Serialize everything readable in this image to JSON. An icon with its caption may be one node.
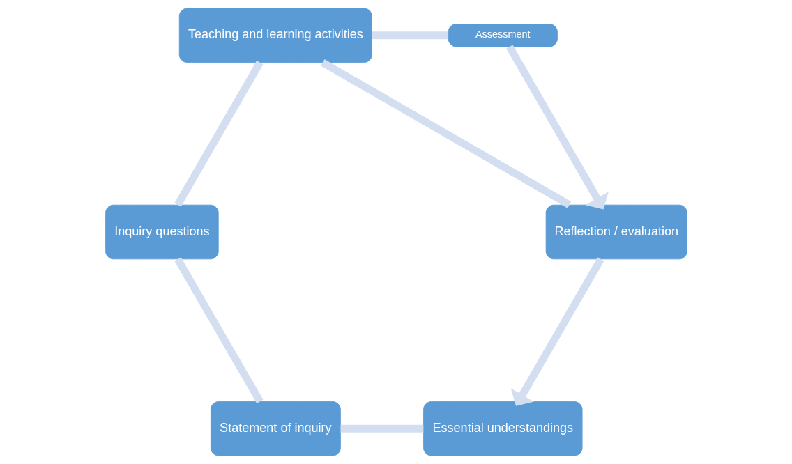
{
  "diagram": {
    "nodes": [
      {
        "text": [
          "Essential understandings"
        ]
      },
      {
        "text": [
          "Statement of inquiry"
        ]
      },
      {
        "text": [
          "Inquiry questions"
        ]
      },
      {
        "text": [
          "Teaching and learning activities"
        ]
      },
      {
        "text": [
          "Reflection / evaluation"
        ]
      },
      {
        "text": [
          "Assessment"
        ]
      }
    ],
    "edges": [
      {
        "from": 0,
        "to": 1,
        "arrow": "none"
      },
      {
        "from": 1,
        "to": 2,
        "arrow": "none"
      },
      {
        "from": 2,
        "to": 3,
        "arrow": "none"
      },
      {
        "from": 3,
        "to": 4,
        "arrow": "none"
      },
      {
        "from": 4,
        "to": 0,
        "arrow": "to"
      },
      {
        "from": 3,
        "to": 5,
        "arrow": "none"
      },
      {
        "from": 5,
        "to": 4,
        "arrow": "to"
      }
    ]
  }
}
